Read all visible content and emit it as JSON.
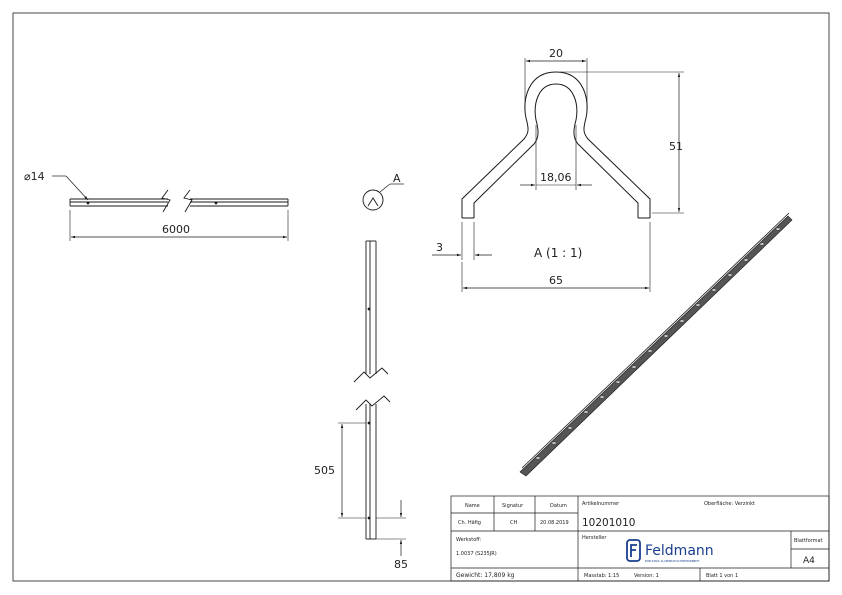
{
  "drawing": {
    "dimensions": {
      "diameter": "⌀14",
      "length": "6000",
      "width_top": "20",
      "height": "51",
      "inner_width": "18,06",
      "thickness": "3",
      "width_bottom": "65",
      "hole_spacing": "505",
      "end_distance": "85"
    },
    "detail_marker": "A",
    "detail_title": "A (1 : 1)"
  },
  "title_block": {
    "h_name": "Name",
    "h_signatur": "Signatur",
    "h_datum": "Datum",
    "name": "Ch. Häfig",
    "signatur": "CH",
    "datum": "20.08.2019",
    "h_artikel": "Artikelnummer",
    "artikel": "10201010",
    "oberflaeche": "Oberfläche: Verzinkt",
    "h_werkstoff": "Werkstoff:",
    "werkstoff": "1.0037 (S235JR)",
    "h_hersteller": "Hersteller",
    "logo_text": "Feldmann",
    "logo_sub": "EDELSTAHL ALUMINIUM SCHWEISSERBEIT",
    "h_blattformat": "Blattformat",
    "blattformat": "A4",
    "gewicht": "Gewicht: 17,809 kg",
    "masstab": "Masstab: 1:15",
    "version": "Version: 1",
    "blatt": "Blatt 1 von 1"
  },
  "colors": {
    "line": "#1a1a1a",
    "brand": "#1a3f8f"
  }
}
